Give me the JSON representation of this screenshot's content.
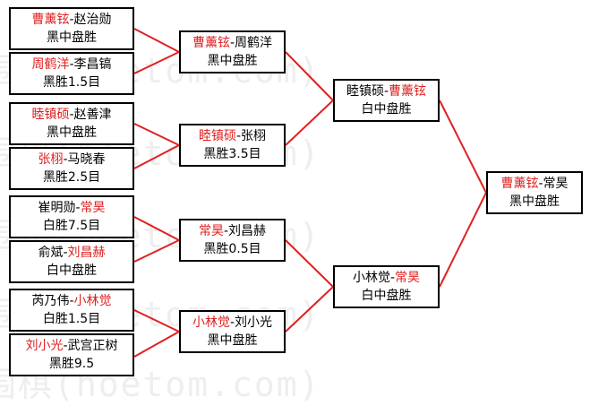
{
  "watermark": "围棋(hoetom.com)",
  "colors": {
    "winner": "#e02020",
    "connector": "#e02020",
    "border": "#000000"
  },
  "round1": [
    {
      "a": "曹薰铉",
      "b": "赵治勋",
      "winner": "a",
      "result": "黑中盘胜"
    },
    {
      "a": "周鹤洋",
      "b": "李昌镐",
      "winner": "a",
      "result": "黑胜1.5目"
    },
    {
      "a": "睦镇硕",
      "b": "赵善津",
      "winner": "a",
      "result": "黑中盘胜"
    },
    {
      "a": "张栩",
      "b": "马晓春",
      "winner": "a",
      "result": "黑胜2.5目"
    },
    {
      "a": "崔明勋",
      "b": "常昊",
      "winner": "b",
      "result": "白胜7.5目"
    },
    {
      "a": "俞斌",
      "b": "刘昌赫",
      "winner": "b",
      "result": "白中盘胜"
    },
    {
      "a": "芮乃伟",
      "b": "小林觉",
      "winner": "b",
      "result": "白胜1.5目"
    },
    {
      "a": "刘小光",
      "b": "武宫正树",
      "winner": "a",
      "result": "黑胜9.5"
    }
  ],
  "round2": [
    {
      "a": "曹薰铉",
      "b": "周鹤洋",
      "winner": "a",
      "result": "黑中盘胜"
    },
    {
      "a": "睦镇硕",
      "b": "张栩",
      "winner": "a",
      "result": "黑胜3.5目"
    },
    {
      "a": "常昊",
      "b": "刘昌赫",
      "winner": "a",
      "result": "黑胜0.5目"
    },
    {
      "a": "小林觉",
      "b": "刘小光",
      "winner": "a",
      "result": "黑中盘胜"
    }
  ],
  "round3": [
    {
      "a": "睦镇硕",
      "b": "曹薰铉",
      "winner": "b",
      "result": "白中盘胜"
    },
    {
      "a": "小林觉",
      "b": "常昊",
      "winner": "b",
      "result": "白中盘胜"
    }
  ],
  "final": [
    {
      "a": "曹薰铉",
      "b": "常昊",
      "winner": "a",
      "result": "黑中盘胜"
    }
  ]
}
